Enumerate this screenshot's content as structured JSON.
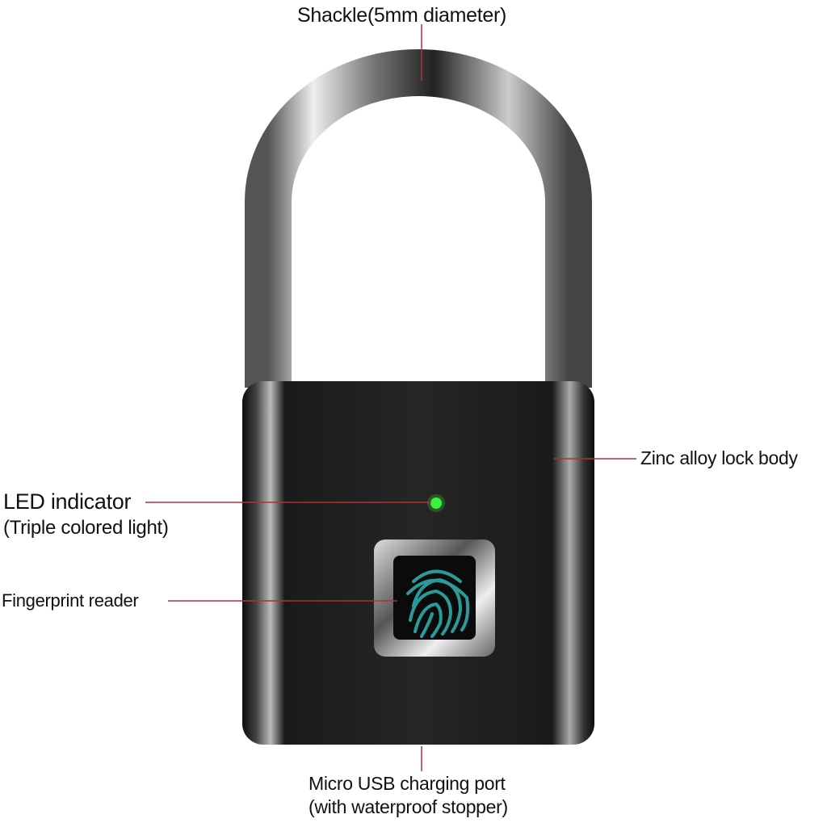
{
  "labels": {
    "shackle": "Shackle(5mm diameter)",
    "body": "Zinc alloy lock body",
    "led_line1": "LED indicator",
    "led_line2": "(Triple colored light)",
    "fingerprint": "Fingerprint reader",
    "usb_line1": "Micro USB charging port",
    "usb_line2": "(with waterproof stopper)"
  },
  "colors": {
    "callout_line": "#b0303a",
    "led": "#3cf03c",
    "fingerprint": "#2a9a9a",
    "body": "#1a1a1a"
  }
}
